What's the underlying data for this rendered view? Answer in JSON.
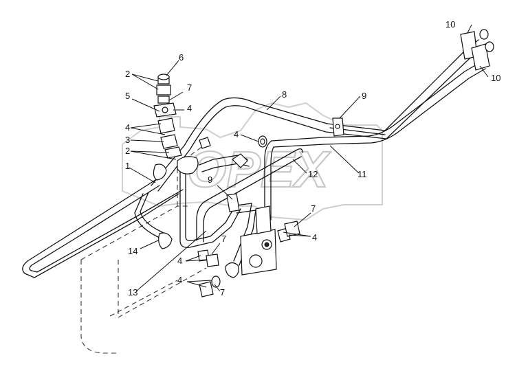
{
  "watermark": {
    "text": "OPEX"
  },
  "callouts": {
    "c1": "1",
    "c2a": "2",
    "c2b": "2",
    "c3": "3",
    "c4a": "4",
    "c4b": "4",
    "c4c": "4",
    "c4d": "4",
    "c4e": "4",
    "c4f": "4",
    "c5": "5",
    "c6": "6",
    "c7a": "7",
    "c7b": "7",
    "c7c": "7",
    "c7d": "7",
    "c8": "8",
    "c9a": "9",
    "c9b": "9",
    "c10a": "10",
    "c10b": "10",
    "c11": "11",
    "c12": "12",
    "c13": "13",
    "c14": "14"
  },
  "colors": {
    "line": "#111111",
    "watermark": "#c8c8c8",
    "background": "#ffffff"
  }
}
